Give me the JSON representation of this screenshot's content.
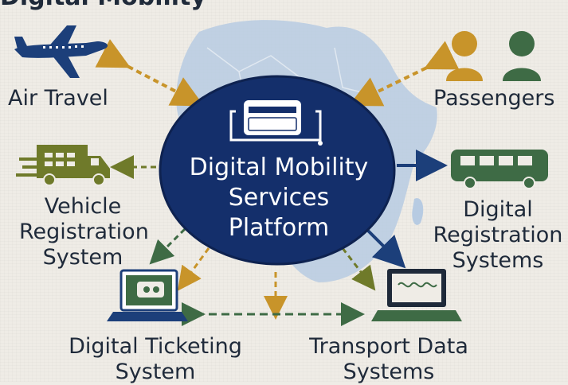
{
  "header": {
    "title": "Digital Mobility"
  },
  "center": {
    "title": "Digital Mobility\nServices\nPlatform"
  },
  "nodes": {
    "air_travel": "Air Travel",
    "passengers": "Passengers",
    "vehicle_registration": "Vehicle\nRegistration\nSystem",
    "digital_registration": "Digital\nRegistration\nSystems",
    "digital_ticketing": "Digital Ticketing\nSystem",
    "transport_data": "Transport Data\nSystems"
  },
  "colors": {
    "platform_navy": "#142f6b",
    "map_blue": "#b7cbe2",
    "gold": "#c8942a",
    "olive": "#6f7a2a",
    "navy_icon": "#1c3f7a",
    "green": "#3e6b45",
    "text": "#1f2a3a"
  },
  "icons": [
    "airplane-icon",
    "passengers-icon",
    "truck-icon",
    "bus-icon",
    "tablet-icon",
    "laptop-icon",
    "platform-card-icon"
  ]
}
